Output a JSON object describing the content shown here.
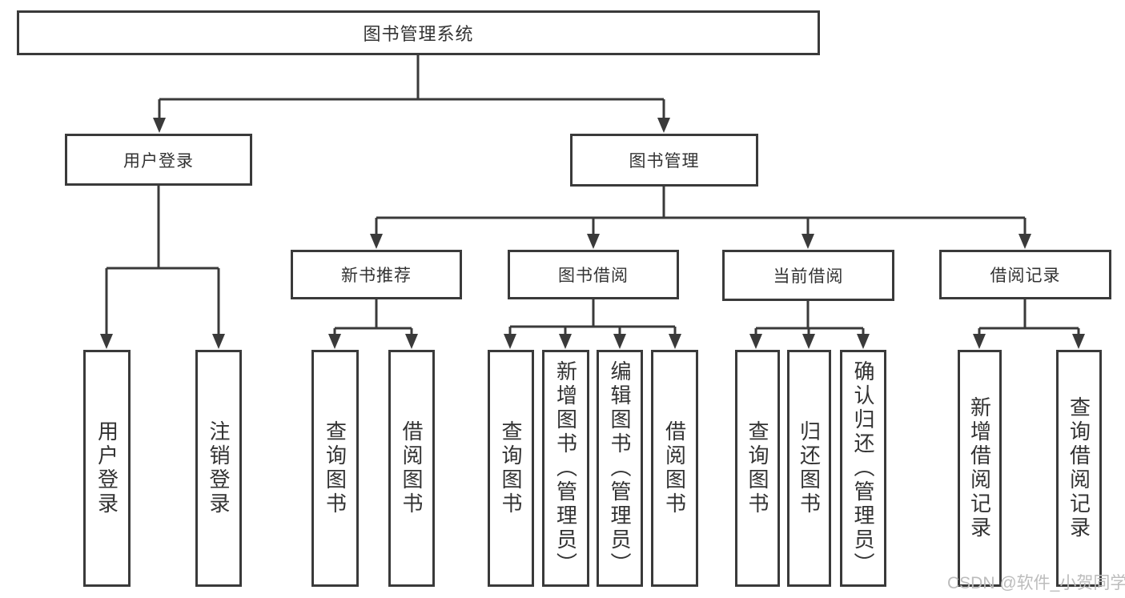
{
  "diagram": {
    "type": "hierarchy-tree",
    "root": {
      "label": "图书管理系统",
      "children": [
        {
          "label": "用户登录",
          "children": [
            {
              "label": "用户登录"
            },
            {
              "label": "注销登录"
            }
          ]
        },
        {
          "label": "图书管理",
          "children": [
            {
              "label": "新书推荐",
              "children": [
                {
                  "label": "查询图书"
                },
                {
                  "label": "借阅图书"
                }
              ]
            },
            {
              "label": "图书借阅",
              "children": [
                {
                  "label": "查询图书"
                },
                {
                  "label": "新增图书（管理员）"
                },
                {
                  "label": "编辑图书（管理员）"
                },
                {
                  "label": "借阅图书"
                }
              ]
            },
            {
              "label": "当前借阅",
              "children": [
                {
                  "label": "查询图书"
                },
                {
                  "label": "归还图书"
                },
                {
                  "label": "确认归还（管理员）"
                }
              ]
            },
            {
              "label": "借阅记录",
              "children": [
                {
                  "label": "新增借阅记录"
                },
                {
                  "label": "查询借阅记录"
                }
              ]
            }
          ]
        }
      ]
    },
    "watermark": "CSDN @软件_小贺同学"
  },
  "colors": {
    "line": "#3a3a3a",
    "border": "#3a3a3a",
    "text": "#333333",
    "watermark": "#bcbcbc",
    "background": "#ffffff"
  }
}
